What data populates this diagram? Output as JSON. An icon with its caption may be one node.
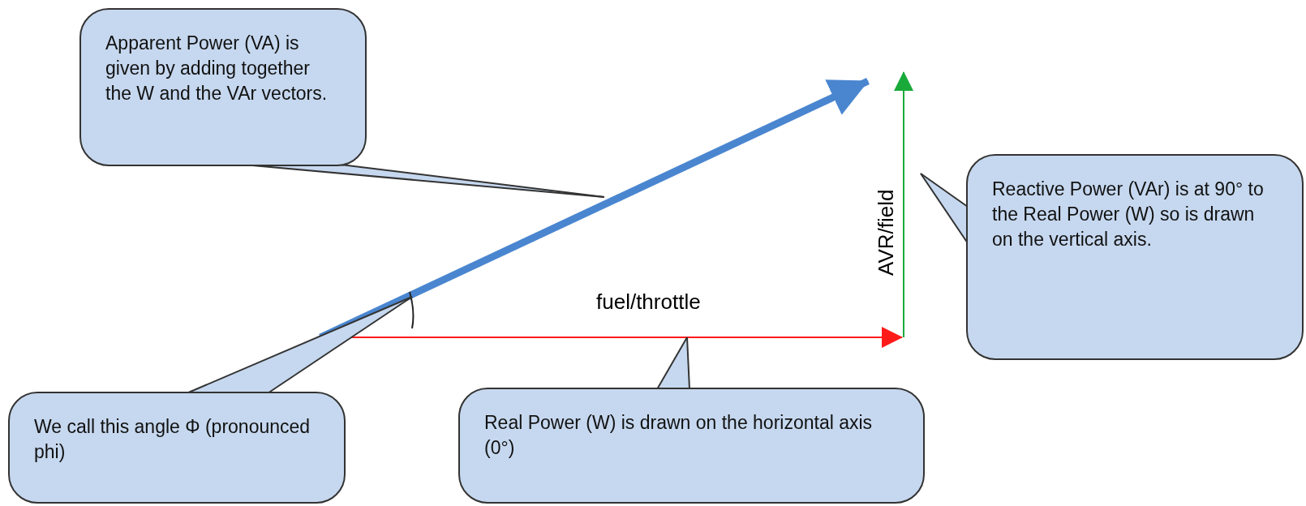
{
  "diagram": {
    "nodes": [
      {
        "text": [
          "Apparent Power (VA) is given by adding together the W and the VAr vectors."
        ]
      },
      {
        "text": [
          "Reactive Power (VAr) is at 90° to the Real Power (W) so is drawn on the vertical axis."
        ]
      },
      {
        "text": [
          "We call this angle Φ (pronounced phi)"
        ]
      },
      {
        "text": [
          "Real Power (W) is drawn on the horizontal axis (0°)"
        ]
      }
    ],
    "edges": [
      {
        "from": 0,
        "to": null,
        "arrow": "none"
      },
      {
        "from": 1,
        "to": null,
        "arrow": "none"
      },
      {
        "from": 2,
        "to": null,
        "arrow": "none"
      },
      {
        "from": 3,
        "to": null,
        "arrow": "none"
      }
    ],
    "labels": [
      "AVR/field",
      "fuel/throttle"
    ]
  }
}
